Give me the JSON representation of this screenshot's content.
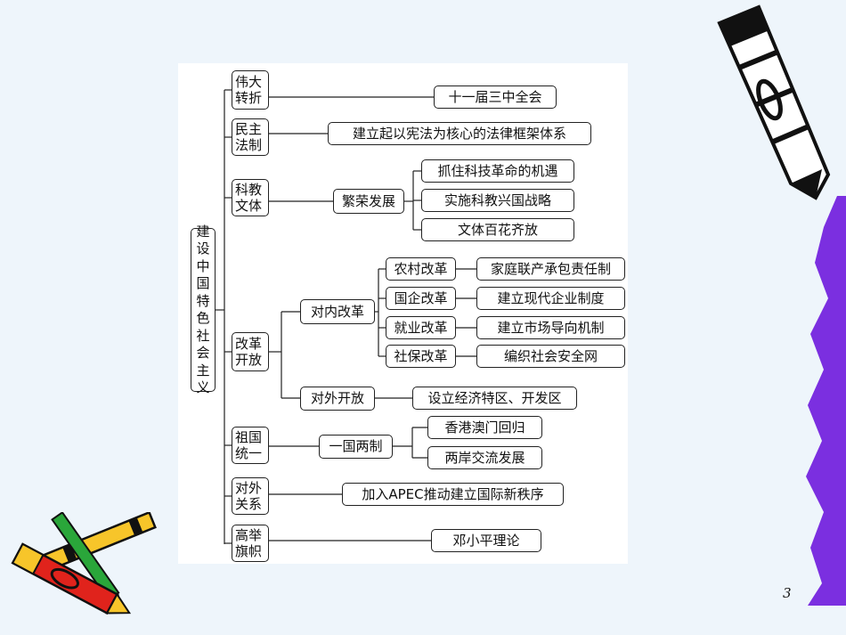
{
  "title": "建设中国特色社会主义",
  "categories": [
    {
      "name": "伟大转折",
      "children": [
        "十一届三中全会"
      ]
    },
    {
      "name": "民主法制",
      "children": [
        "建立起以宪法为核心的法律框架体系"
      ]
    },
    {
      "name": "科教文体",
      "sub": {
        "name": "繁荣发展",
        "children": [
          "抓住科技革命的机遇",
          "实施科教兴国战略",
          "文体百花齐放"
        ]
      }
    },
    {
      "name": "改革开放",
      "internal": {
        "name": "对内改革",
        "items": [
          {
            "name": "农村改革",
            "detail": "家庭联产承包责任制"
          },
          {
            "name": "国企改革",
            "detail": "建立现代企业制度"
          },
          {
            "name": "就业改革",
            "detail": "建立市场导向机制"
          },
          {
            "name": "社保改革",
            "detail": "编织社会安全网"
          }
        ]
      },
      "external": {
        "name": "对外开放",
        "detail": "设立经济特区、开发区"
      }
    },
    {
      "name": "祖国统一",
      "sub": {
        "name": "一国两制",
        "children": [
          "香港澳门回归",
          "两岸交流发展"
        ]
      }
    },
    {
      "name": "对外关系",
      "children": [
        "加入APEC推动建立国际新秩序"
      ]
    },
    {
      "name": "高举旗帜",
      "children": [
        "邓小平理论"
      ]
    }
  ],
  "page_number": "3",
  "colors": {
    "background": "#eef5fb",
    "panel": "#ffffff",
    "line": "#222222",
    "crayon_purple": "#7b2fe0",
    "crayon_yellow": "#f7c52a",
    "crayon_red": "#e0231c",
    "crayon_green": "#2aa63a"
  }
}
